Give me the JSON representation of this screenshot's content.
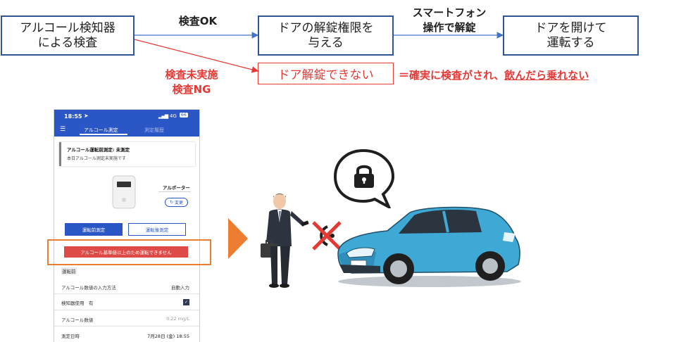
{
  "flow": {
    "box1": "アルコール検知器\nによる検査",
    "label_ok": "検査OK",
    "box2": "ドアの解錠権限を\n与える",
    "label_phone": "スマートフォン\n操作で解錠",
    "box3": "ドアを開けて\n運転する",
    "label_ng": "検査未実施\n検査NG",
    "box_ng": "ドア解錠できない",
    "conclusion_prefix": "＝確実に検査がされ、",
    "conclusion_underlined": "飲んだら乗れない"
  },
  "phone": {
    "time": "18:55",
    "network": "4G",
    "battery": "66",
    "tab_active": "アルコール測定",
    "tab_inactive": "測定履歴",
    "notice_title": "アルコール運転前測定: 未測定",
    "notice_sub": "本日アルコール測定未実施です",
    "device_name": "アルポーター",
    "change_button": "変更",
    "btn_before": "運転前測定",
    "btn_after": "運転後測定",
    "warning": "アルコール基準値以上のため運転できません",
    "section": "運転前",
    "rows": [
      {
        "label": "アルコール数値の入力方法",
        "value": "自動入力"
      },
      {
        "label": "検知器使用　有",
        "value": "✓"
      },
      {
        "label": "アルコール数値",
        "value": "0.22 mg/L"
      },
      {
        "label": "測定日時",
        "value": "7月28日 (金) 18:55"
      }
    ]
  },
  "colors": {
    "flow_border": "#2f5597",
    "ng_red": "#e53935",
    "app_blue": "#2b56c5",
    "highlight_orange": "#ed7d31",
    "car_blue": "#3fa9d6"
  },
  "icons": [
    "lock-icon",
    "no-signal-icon",
    "arrow-right-icon"
  ]
}
